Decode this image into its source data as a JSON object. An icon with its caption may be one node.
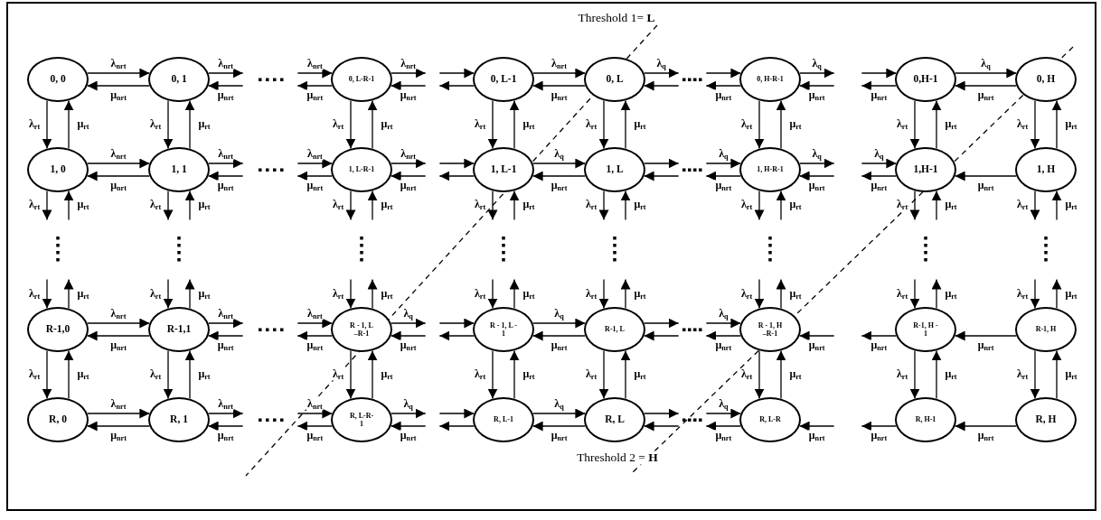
{
  "diagram": {
    "nodes": [
      {
        "text": [
          "0, 0"
        ]
      },
      {
        "text": [
          "0, 1"
        ]
      },
      {
        "text": [
          "0, L-R-1"
        ]
      },
      {
        "text": [
          "0, L-1"
        ]
      },
      {
        "text": [
          "0, L"
        ]
      },
      {
        "text": [
          "0, H-R-1"
        ]
      },
      {
        "text": [
          "0,H-1"
        ]
      },
      {
        "text": [
          "0, H"
        ]
      },
      {
        "text": [
          "1, 0"
        ]
      },
      {
        "text": [
          "1, 1"
        ]
      },
      {
        "text": [
          "1, L-R-1"
        ]
      },
      {
        "text": [
          "1, L-1"
        ]
      },
      {
        "text": [
          "1, L"
        ]
      },
      {
        "text": [
          "1, H-R-1"
        ]
      },
      {
        "text": [
          "1,H-1"
        ]
      },
      {
        "text": [
          "1, H"
        ]
      },
      {
        "text": [
          "R-1,0"
        ]
      },
      {
        "text": [
          "R-1,1"
        ]
      },
      {
        "text": [
          "R - 1, L –R-1"
        ]
      },
      {
        "text": [
          "R - 1, L - 1"
        ]
      },
      {
        "text": [
          "R-1, L"
        ]
      },
      {
        "text": [
          "R - 1, H –R-1"
        ]
      },
      {
        "text": [
          "R-1, H - 1"
        ]
      },
      {
        "text": [
          "R-1, H"
        ]
      },
      {
        "text": [
          "R, 0"
        ]
      },
      {
        "text": [
          "R, 1"
        ]
      },
      {
        "text": [
          "R, L-R-1"
        ]
      },
      {
        "text": [
          "R, L-1"
        ]
      },
      {
        "text": [
          "R, L"
        ]
      },
      {
        "text": [
          "R, L-R"
        ]
      },
      {
        "text": [
          "R, H-1"
        ]
      },
      {
        "text": [
          "R, H"
        ]
      }
    ],
    "edges": [
      {
        "from": 0,
        "to": 1,
        "arrow": "to",
        "label": "λ$_{nrt}$"
      },
      {
        "from": 1,
        "to": 0,
        "arrow": "to",
        "label": "μ$_{nrt}$"
      },
      {
        "from": 1,
        "to": null,
        "arrow": "to",
        "label": "λ$_{nrt}$"
      },
      {
        "from": null,
        "to": 1,
        "arrow": "to",
        "label": "μ$_{nrt}$"
      },
      {
        "from": null,
        "to": 2,
        "arrow": "to",
        "label": "λ$_{nrt}$"
      },
      {
        "from": 2,
        "to": null,
        "arrow": "to",
        "label": "μ$_{nrt}$"
      },
      {
        "from": 2,
        "to": null,
        "arrow": "to",
        "label": "λ$_{nrt}$"
      },
      {
        "from": null,
        "to": 2,
        "arrow": "to",
        "label": "μ$_{nrt}$"
      },
      {
        "from": null,
        "to": 3,
        "arrow": "to"
      },
      {
        "from": 3,
        "to": null,
        "arrow": "to"
      },
      {
        "from": 3,
        "to": 4,
        "arrow": "to",
        "label": "λ$_{nrt}$"
      },
      {
        "from": 4,
        "to": 3,
        "arrow": "to",
        "label": "μ$_{nrt}$"
      },
      {
        "from": 4,
        "to": null,
        "arrow": "to",
        "label": "λ$_{q}$"
      },
      {
        "from": null,
        "to": 4,
        "arrow": "to"
      },
      {
        "from": null,
        "to": 5,
        "arrow": "to"
      },
      {
        "from": 5,
        "to": null,
        "arrow": "to",
        "label": "μ$_{nrt}$"
      },
      {
        "from": 5,
        "to": null,
        "arrow": "to",
        "label": "λ$_{q}$"
      },
      {
        "from": null,
        "to": 5,
        "arrow": "to",
        "label": "μ$_{nrt}$"
      },
      {
        "from": null,
        "to": 6,
        "arrow": "to"
      },
      {
        "from": 6,
        "to": null,
        "arrow": "to",
        "label": "μ$_{nrt}$"
      },
      {
        "from": 6,
        "to": 7,
        "arrow": "to",
        "label": "λ$_{q}$"
      },
      {
        "from": 7,
        "to": 6,
        "arrow": "to",
        "label": "μ$_{nrt}$"
      },
      {
        "from": 8,
        "to": 9,
        "arrow": "to",
        "label": "λ$_{nrt}$"
      },
      {
        "from": 9,
        "to": 8,
        "arrow": "to",
        "label": "μ$_{nrt}$"
      },
      {
        "from": 9,
        "to": null,
        "arrow": "to",
        "label": "λ$_{nrt}$"
      },
      {
        "from": null,
        "to": 9,
        "arrow": "to",
        "label": "μ$_{nrt}$"
      },
      {
        "from": null,
        "to": 10,
        "arrow": "to",
        "label": "λ$_{nrt}$"
      },
      {
        "from": 10,
        "to": null,
        "arrow": "to",
        "label": "μ$_{nrt}$"
      },
      {
        "from": 10,
        "to": null,
        "arrow": "to",
        "label": "λ$_{nrt}$"
      },
      {
        "from": null,
        "to": 10,
        "arrow": "to",
        "label": "μ$_{nrt}$"
      },
      {
        "from": null,
        "to": 11,
        "arrow": "to"
      },
      {
        "from": 11,
        "to": null,
        "arrow": "to"
      },
      {
        "from": 11,
        "to": 12,
        "arrow": "to",
        "label": "λ$_{q}$"
      },
      {
        "from": 12,
        "to": 11,
        "arrow": "to",
        "label": "μ$_{nrt}$"
      },
      {
        "from": 12,
        "to": null,
        "arrow": "to"
      },
      {
        "from": null,
        "to": 12,
        "arrow": "to"
      },
      {
        "from": null,
        "to": 13,
        "arrow": "to",
        "label": "λ$_{q}$"
      },
      {
        "from": 13,
        "to": null,
        "arrow": "to",
        "label": "μ$_{nrt}$"
      },
      {
        "from": 13,
        "to": null,
        "arrow": "to",
        "label": "λ$_{q}$"
      },
      {
        "from": null,
        "to": 13,
        "arrow": "to",
        "label": "μ$_{nrt}$"
      },
      {
        "from": null,
        "to": 14,
        "arrow": "to",
        "label": "λ$_{q}$"
      },
      {
        "from": 14,
        "to": null,
        "arrow": "to",
        "label": "μ$_{nrt}$"
      },
      {
        "from": 15,
        "to": 14,
        "arrow": "to",
        "label": "μ$_{nrt}$"
      },
      {
        "from": 16,
        "to": 17,
        "arrow": "to",
        "label": "λ$_{nrt}$"
      },
      {
        "from": 17,
        "to": 16,
        "arrow": "to",
        "label": "μ$_{nrt}$"
      },
      {
        "from": 17,
        "to": null,
        "arrow": "to",
        "label": "λ$_{nrt}$"
      },
      {
        "from": null,
        "to": 17,
        "arrow": "to",
        "label": "μ$_{nrt}$"
      },
      {
        "from": null,
        "to": 18,
        "arrow": "to",
        "label": "λ$_{nrt}$"
      },
      {
        "from": 18,
        "to": null,
        "arrow": "to",
        "label": "μ$_{nrt}$"
      },
      {
        "from": 18,
        "to": null,
        "arrow": "to",
        "label": "λ$_{q}$"
      },
      {
        "from": null,
        "to": 18,
        "arrow": "to",
        "label": "μ$_{nrt}$"
      },
      {
        "from": null,
        "to": 19,
        "arrow": "to"
      },
      {
        "from": 19,
        "to": null,
        "arrow": "to"
      },
      {
        "from": 19,
        "to": 20,
        "arrow": "to",
        "label": "λ$_{q}$"
      },
      {
        "from": 20,
        "to": 19,
        "arrow": "to",
        "label": "μ$_{nrt}$"
      },
      {
        "from": 20,
        "to": null,
        "arrow": "to"
      },
      {
        "from": null,
        "to": 20,
        "arrow": "to"
      },
      {
        "from": null,
        "to": 21,
        "arrow": "to",
        "label": "λ$_{q}$"
      },
      {
        "from": 21,
        "to": null,
        "arrow": "to",
        "label": "μ$_{nrt}$"
      },
      {
        "from": null,
        "to": 21,
        "arrow": "to",
        "label": "μ$_{nrt}$"
      },
      {
        "from": 22,
        "to": null,
        "arrow": "to",
        "label": "μ$_{nrt}$"
      },
      {
        "from": 23,
        "to": 22,
        "arrow": "to",
        "label": "μ$_{nrt}$"
      },
      {
        "from": 24,
        "to": 25,
        "arrow": "to",
        "label": "λ$_{nrt}$"
      },
      {
        "from": 25,
        "to": 24,
        "arrow": "to",
        "label": "μ$_{nrt}$"
      },
      {
        "from": 25,
        "to": null,
        "arrow": "to",
        "label": "λ$_{nrt}$"
      },
      {
        "from": null,
        "to": 25,
        "arrow": "to",
        "label": "μ$_{nrt}$"
      },
      {
        "from": null,
        "to": 26,
        "arrow": "to",
        "label": "λ$_{nrt}$"
      },
      {
        "from": 26,
        "to": null,
        "arrow": "to",
        "label": "μ$_{nrt}$"
      },
      {
        "from": 26,
        "to": null,
        "arrow": "to",
        "label": "λ$_{q}$"
      },
      {
        "from": null,
        "to": 26,
        "arrow": "to",
        "label": "μ$_{nrt}$"
      },
      {
        "from": null,
        "to": 27,
        "arrow": "to"
      },
      {
        "from": 27,
        "to": null,
        "arrow": "to"
      },
      {
        "from": 27,
        "to": 28,
        "arrow": "to",
        "label": "λ$_{q}$"
      },
      {
        "from": 28,
        "to": 27,
        "arrow": "to",
        "label": "μ$_{nrt}$"
      },
      {
        "from": 28,
        "to": null,
        "arrow": "to"
      },
      {
        "from": null,
        "to": 28,
        "arrow": "to"
      },
      {
        "from": null,
        "to": 29,
        "arrow": "to",
        "label": "λ$_{q}$"
      },
      {
        "from": 29,
        "to": null,
        "arrow": "to",
        "label": "μ$_{nrt}$"
      },
      {
        "from": null,
        "to": 29,
        "arrow": "to",
        "label": "μ$_{nrt}$"
      },
      {
        "from": 30,
        "to": null,
        "arrow": "to",
        "label": "μ$_{nrt}$"
      },
      {
        "from": 31,
        "to": 30,
        "arrow": "to",
        "label": "μ$_{nrt}$"
      },
      {
        "from": 0,
        "to": 8,
        "arrow": "to",
        "label": "λ$_{rt}$"
      },
      {
        "from": 8,
        "to": 0,
        "arrow": "to",
        "label": "μ$_{rt}$"
      },
      {
        "from": 8,
        "to": null,
        "arrow": "to",
        "label": "λ$_{rt}$"
      },
      {
        "from": null,
        "to": 8,
        "arrow": "to",
        "label": "μ$_{rt}$"
      },
      {
        "from": null,
        "to": 16,
        "arrow": "to",
        "label": "λ$_{rt}$"
      },
      {
        "from": 16,
        "to": null,
        "arrow": "to",
        "label": "μ$_{rt}$"
      },
      {
        "from": 16,
        "to": 24,
        "arrow": "to",
        "label": "λ$_{rt}$"
      },
      {
        "from": 24,
        "to": 16,
        "arrow": "to",
        "label": "μ$_{rt}$"
      },
      {
        "from": 1,
        "to": 9,
        "arrow": "to",
        "label": "λ$_{rt}$"
      },
      {
        "from": 9,
        "to": 1,
        "arrow": "to",
        "label": "μ$_{rt}$"
      },
      {
        "from": 9,
        "to": null,
        "arrow": "to",
        "label": "λ$_{rt}$"
      },
      {
        "from": null,
        "to": 9,
        "arrow": "to",
        "label": "μ$_{rt}$"
      },
      {
        "from": null,
        "to": 17,
        "arrow": "to",
        "label": "λ$_{rt}$"
      },
      {
        "from": 17,
        "to": null,
        "arrow": "to",
        "label": "μ$_{rt}$"
      },
      {
        "from": 17,
        "to": 25,
        "arrow": "to",
        "label": "λ$_{rt}$"
      },
      {
        "from": 25,
        "to": 17,
        "arrow": "to",
        "label": "μ$_{rt}$"
      },
      {
        "from": 2,
        "to": 10,
        "arrow": "to",
        "label": "λ$_{rt}$"
      },
      {
        "from": 10,
        "to": 2,
        "arrow": "to",
        "label": "μ$_{rt}$"
      },
      {
        "from": 10,
        "to": null,
        "arrow": "to",
        "label": "λ$_{rt}$"
      },
      {
        "from": null,
        "to": 10,
        "arrow": "to",
        "label": "μ$_{rt}$"
      },
      {
        "from": null,
        "to": 18,
        "arrow": "to",
        "label": "λ$_{rt}$"
      },
      {
        "from": 18,
        "to": null,
        "arrow": "to",
        "label": "μ$_{rt}$"
      },
      {
        "from": 18,
        "to": 26,
        "arrow": "to",
        "label": "λ$_{rt}$"
      },
      {
        "from": 26,
        "to": 18,
        "arrow": "to",
        "label": "μ$_{rt}$"
      },
      {
        "from": 3,
        "to": 11,
        "arrow": "to",
        "label": "λ$_{rt}$"
      },
      {
        "from": 11,
        "to": 3,
        "arrow": "to",
        "label": "μ$_{rt}$"
      },
      {
        "from": 11,
        "to": null,
        "arrow": "to",
        "label": "λ$_{rt}$"
      },
      {
        "from": null,
        "to": 11,
        "arrow": "to",
        "label": "μ$_{rt}$"
      },
      {
        "from": null,
        "to": 19,
        "arrow": "to",
        "label": "λ$_{rt}$"
      },
      {
        "from": 19,
        "to": null,
        "arrow": "to",
        "label": "μ$_{rt}$"
      },
      {
        "from": 19,
        "to": 27,
        "arrow": "to",
        "label": "λ$_{rt}$"
      },
      {
        "from": 27,
        "to": 19,
        "arrow": "to",
        "label": "μ$_{rt}$"
      },
      {
        "from": 4,
        "to": 12,
        "arrow": "to",
        "label": "λ$_{rt}$"
      },
      {
        "from": 12,
        "to": 4,
        "arrow": "to",
        "label": "μ$_{rt}$"
      },
      {
        "from": 12,
        "to": null,
        "arrow": "to",
        "label": "λ$_{rt}$"
      },
      {
        "from": null,
        "to": 12,
        "arrow": "to",
        "label": "μ$_{rt}$"
      },
      {
        "from": null,
        "to": 20,
        "arrow": "to",
        "label": "λ$_{rt}$"
      },
      {
        "from": 20,
        "to": null,
        "arrow": "to",
        "label": "μ$_{rt}$"
      },
      {
        "from": 20,
        "to": 28,
        "arrow": "to",
        "label": "λ$_{rt}$"
      },
      {
        "from": 28,
        "to": 20,
        "arrow": "to",
        "label": "μ$_{rt}$"
      },
      {
        "from": 5,
        "to": 13,
        "arrow": "to",
        "label": "λ$_{rt}$"
      },
      {
        "from": 13,
        "to": 5,
        "arrow": "to",
        "label": "μ$_{rt}$"
      },
      {
        "from": 13,
        "to": null,
        "arrow": "to",
        "label": "λ$_{rt}$"
      },
      {
        "from": null,
        "to": 13,
        "arrow": "to",
        "label": "μ$_{rt}$"
      },
      {
        "from": null,
        "to": 21,
        "arrow": "to",
        "label": "λ$_{rt}$"
      },
      {
        "from": 21,
        "to": null,
        "arrow": "to",
        "label": "μ$_{rt}$"
      },
      {
        "from": 21,
        "to": 29,
        "arrow": "to",
        "label": "λ$_{rt}$"
      },
      {
        "from": 29,
        "to": 21,
        "arrow": "to",
        "label": "μ$_{rt}$"
      },
      {
        "from": 6,
        "to": 14,
        "arrow": "to",
        "label": "λ$_{rt}$"
      },
      {
        "from": 14,
        "to": 6,
        "arrow": "to",
        "label": "μ$_{rt}$"
      },
      {
        "from": 14,
        "to": null,
        "arrow": "to",
        "label": "λ$_{rt}$"
      },
      {
        "from": null,
        "to": 14,
        "arrow": "to",
        "label": "μ$_{rt}$"
      },
      {
        "from": null,
        "to": 22,
        "arrow": "to",
        "label": "λ$_{rt}$"
      },
      {
        "from": 22,
        "to": null,
        "arrow": "to",
        "label": "μ$_{rt}$"
      },
      {
        "from": 22,
        "to": 30,
        "arrow": "to",
        "label": "λ$_{rt}$"
      },
      {
        "from": 30,
        "to": 22,
        "arrow": "to",
        "label": "μ$_{rt}$"
      },
      {
        "from": 7,
        "to": 15,
        "arrow": "to",
        "label": "λ$_{rt}$"
      },
      {
        "from": 15,
        "to": 7,
        "arrow": "to",
        "label": "μ$_{rt}$"
      },
      {
        "from": 15,
        "to": null,
        "arrow": "to",
        "label": "λ$_{rt}$"
      },
      {
        "from": null,
        "to": 15,
        "arrow": "to",
        "label": "μ$_{rt}$"
      },
      {
        "from": null,
        "to": 23,
        "arrow": "to",
        "label": "λ$_{rt}$"
      },
      {
        "from": 23,
        "to": null,
        "arrow": "to",
        "label": "μ$_{rt}$"
      },
      {
        "from": 23,
        "to": 31,
        "arrow": "to",
        "label": "λ$_{rt}$"
      },
      {
        "from": 31,
        "to": 23,
        "arrow": "to",
        "label": "μ$_{rt}$"
      }
    ],
    "labels": [
      "Threshold 1= **L**",
      "Threshold 2 = **H**"
    ]
  }
}
